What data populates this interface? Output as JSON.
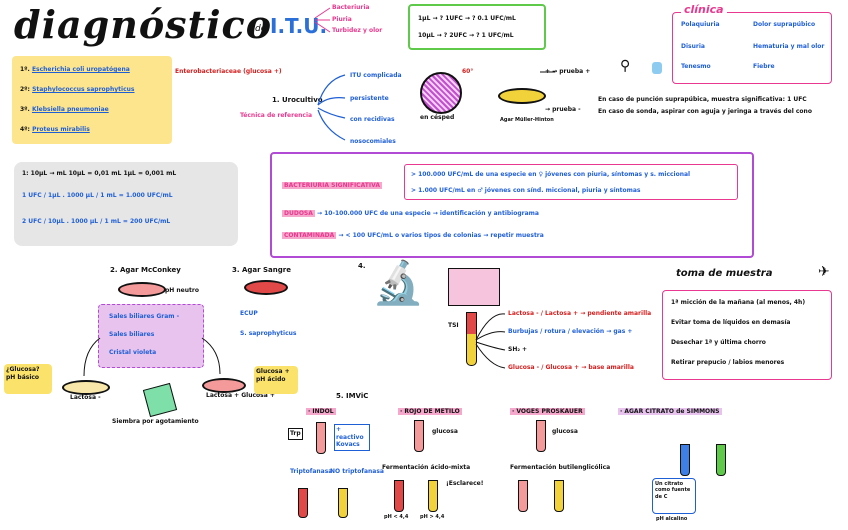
{
  "title": {
    "main": "diagnóstico",
    "de": "de",
    "itu": "I.T.U."
  },
  "title_notes": [
    "Bacteriuria",
    "Piuria",
    "Turbidez y olor"
  ],
  "conversions_top": [
    "1μL → ? 1UFC → ? 0.1 UFC/mL",
    "10μL → ? 2UFC → ? 1 UFC/mL"
  ],
  "clinica": {
    "heading": "clínica",
    "items": [
      "Polaquiuria",
      "Dolor suprapúbico",
      "Disuria",
      "Hematuria y mal olor",
      "Tenesmo",
      "Fiebre"
    ]
  },
  "organisms": [
    {
      "rank": "1º.",
      "name": "Escherichia coli uropatógena"
    },
    {
      "rank": "2º:",
      "name": "Staphylococcus saprophyticus"
    },
    {
      "rank": "3º.",
      "name": "Klebsiella pneumoniae"
    },
    {
      "rank": "4º:",
      "name": "Proteus mirabilis"
    }
  ],
  "enterobacteriaceae": "Enterobacteriaceae (glucosa +)",
  "urocultivo": {
    "label": "1. Urocultivo",
    "tecnica": "Técnica de referencia",
    "branches": [
      "ITU complicada",
      "persistente",
      "con recidivas",
      "nosocomiales"
    ],
    "plate_label": "en césped",
    "angle": "60°",
    "agar": "Agar Müller-Hinton",
    "prueba_plus": "+ → prueba +",
    "prueba_minus": "→ prueba -",
    "notes": [
      "En caso de punción suprapúbica, muestra significativa: 1 UFC",
      "En caso de sonda, aspirar con aguja y jeringa a través del cono"
    ]
  },
  "calc": {
    "line1": "1: 10μL → mL    10μL = 0,01 mL    1μL = 0,001 mL",
    "line2a": "1 UFC / 1μL . 1000 μL / 1 mL = 1.000 UFC/mL",
    "line3a": "2 UFC / 10μL . 1000 μL / 1 mL = 200 UFC/mL"
  },
  "bacteriuria": {
    "label": "BACTERIURIA SIGNIFICATIVA",
    "l1": "> 100.000 UFC/mL de una especie en ♀ jóvenes con piuria, síntomas y s. miccional",
    "l2": "> 1.000 UFC/mL en ♂ jóvenes con sínd. miccional, piuria y síntomas",
    "dudosa_label": "DUDOSA",
    "dudosa": "10-100.000 UFC de una especie → identificación y antibiograma",
    "contam_label": "CONTAMINADA",
    "contam": "< 100 UFC/mL o varios tipos de colonias → repetir muestra"
  },
  "mcconkey": {
    "label": "2. Agar McConkey",
    "ph": "pH neutro",
    "items": [
      "Sales biliares Gram -",
      "Sales biliares",
      "Cristal violeta"
    ],
    "glucosa": "¿Glucosa? pH básico",
    "lactosa_minus": "Lactosa -",
    "lactosa_plus": "Lactosa + Glucosa +",
    "siembra": "Siembra por agotamiento"
  },
  "sangre": {
    "label": "3. Agar Sangre",
    "items": [
      "ECUP",
      "S. saprophyticus"
    ],
    "note": "Glucosa + pH ácido"
  },
  "tsi": {
    "label": "4.",
    "tsi": "TSI",
    "rows": [
      "Lactosa - / Lactosa + → pendiente amarilla",
      "Burbujas / rotura / elevación → gas +",
      "SH₂ +",
      "Glucosa - / Glucosa + → base amarilla"
    ]
  },
  "toma": {
    "heading": "toma de muestra",
    "items": [
      "1ª micción de la mañana (al menos, 4h)",
      "Evitar toma de líquidos en demasía",
      "Desechar 1ª y última chorro",
      "Retirar prepucio / labios menores"
    ]
  },
  "imvic": {
    "label": "5. IMViC",
    "indol": "· INDOL",
    "indol_note": "+ reactivo Kovacs",
    "trp": "Trp",
    "rojo": "· ROJO DE METILO",
    "glucosa": "glucosa",
    "voges": "· VOGES PROSKAUER",
    "citrato": "· AGAR CITRATO de SIMMONS",
    "trp1": "Triptofanasa",
    "trp2": "NO triptofanasa",
    "ferm1": "Fermentación ácido-mixta",
    "ferm2": "Fermentación butilenglicólica",
    "esclarece": "¡Esclarece!",
    "ph1": "pH < 4,4",
    "ph2": "pH > 4,4",
    "citrato_note": "Un citrato como fuente de C",
    "ph_alc": "pH alcalino"
  }
}
